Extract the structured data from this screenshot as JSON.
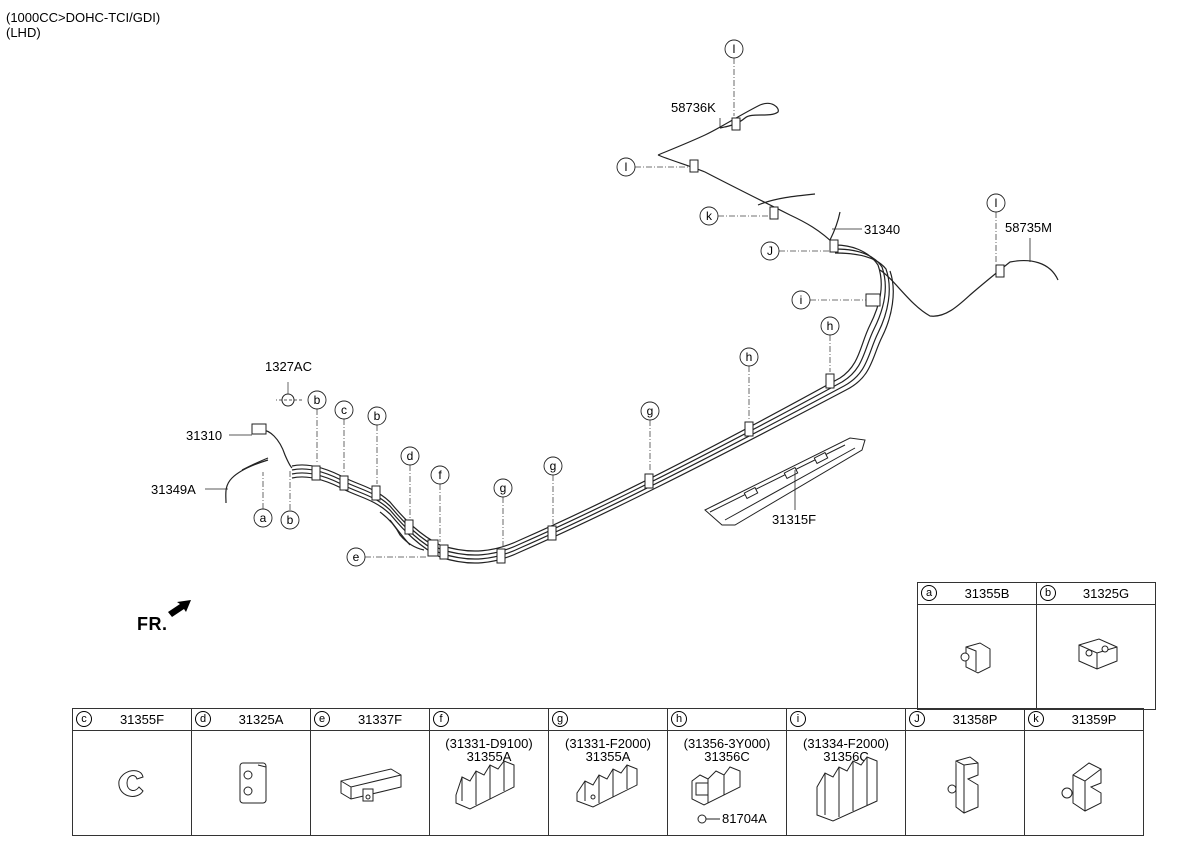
{
  "header": {
    "line1": "(1000CC>DOHC-TCI/GDI)",
    "line2": "(LHD)"
  },
  "fr_label": "FR.",
  "callouts": {
    "p1327AC": "1327AC",
    "p31310": "31310",
    "p31349A": "31349A",
    "p58736K": "58736K",
    "p31340": "31340",
    "p58735M": "58735M",
    "p31315F": "31315F"
  },
  "markers": [
    "a",
    "b",
    "c",
    "d",
    "e",
    "f",
    "g",
    "h",
    "i",
    "J",
    "k",
    "l"
  ],
  "parts_table": {
    "top_row": [
      {
        "letter": "a",
        "part": "31355B",
        "icon": "clip-a-icon"
      },
      {
        "letter": "b",
        "part": "31325G",
        "icon": "clip-b-icon"
      }
    ],
    "bottom_row": [
      {
        "letter": "c",
        "part": "31355F",
        "sub": "",
        "icon": "clip-c-icon"
      },
      {
        "letter": "d",
        "part": "31325A",
        "sub": "",
        "icon": "clip-d-icon"
      },
      {
        "letter": "e",
        "part": "31337F",
        "sub": "",
        "icon": "clip-e-icon"
      },
      {
        "letter": "f",
        "part": "",
        "sub1": "(31331-D9100)",
        "sub2": "31355A",
        "icon": "clip-f-icon"
      },
      {
        "letter": "g",
        "part": "",
        "sub1": "(31331-F2000)",
        "sub2": "31355A",
        "icon": "clip-g-icon"
      },
      {
        "letter": "h",
        "part": "",
        "sub1": "(31356-3Y000)",
        "sub2": "31356C",
        "extra": "81704A",
        "icon": "clip-h-icon"
      },
      {
        "letter": "i",
        "part": "",
        "sub1": "(31334-F2000)",
        "sub2": "31356C",
        "icon": "clip-i-icon"
      },
      {
        "letter": "J",
        "part": "31358P",
        "sub": "",
        "icon": "clip-j-icon"
      },
      {
        "letter": "k",
        "part": "31359P",
        "sub": "",
        "icon": "clip-k-icon"
      }
    ]
  }
}
